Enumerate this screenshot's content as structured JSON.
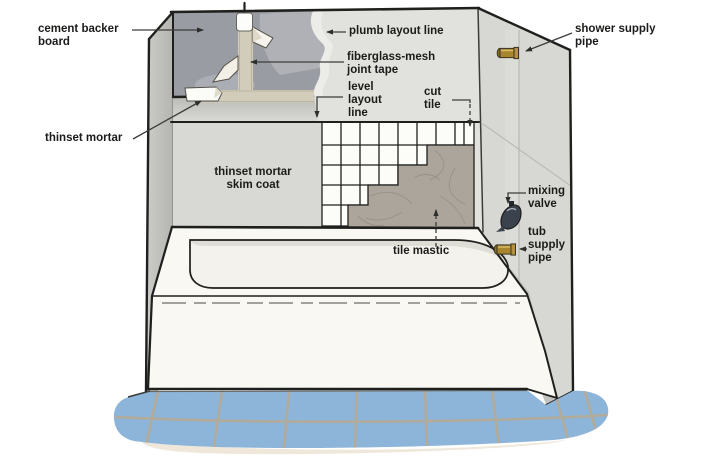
{
  "labels": {
    "cement_backer_board": {
      "lines": [
        "cement backer",
        "board"
      ]
    },
    "thinset_mortar": {
      "lines": [
        "thinset mortar"
      ]
    },
    "plumb_layout_line": {
      "lines": [
        "plumb layout line"
      ]
    },
    "fiberglass_mesh_joint_tape": {
      "lines": [
        "fiberglass-mesh",
        "joint tape"
      ]
    },
    "level_layout_line": {
      "lines": [
        "level",
        "layout",
        "line"
      ]
    },
    "cut_tile": {
      "lines": [
        "cut",
        "tile"
      ]
    },
    "shower_supply_pipe": {
      "lines": [
        "shower supply",
        "pipe"
      ]
    },
    "mixing_valve": {
      "lines": [
        "mixing",
        "valve"
      ]
    },
    "tub_supply_pipe": {
      "lines": [
        "tub",
        "supply",
        "pipe"
      ]
    },
    "tile_mastic": {
      "lines": [
        "tile mastic"
      ]
    },
    "thinset_mortar_skim_coat": {
      "lines": [
        "thinset mortar",
        "skim coat"
      ]
    }
  },
  "colors": {
    "wall_back": "#e1e1dd",
    "wall_skim": "#d8d8d4",
    "wall_left": "#c2c2be",
    "wall_right": "#d7d7d3",
    "backer_board": "#9a9ca4",
    "joint_tape": "#d2ccba",
    "tile_white": "#fcfcf9",
    "mastic": "#aba59b",
    "floor_tile": "#8db5da",
    "grout": "#b3ab9a",
    "tub": "#f9f8f3",
    "basin": "#f3f2ec",
    "pipe_brass": "#a8862e",
    "valve": "#3a434d",
    "outline": "#1f1f1d",
    "arrow": "#3c3c3a",
    "label_text": "#1b1b1a"
  }
}
